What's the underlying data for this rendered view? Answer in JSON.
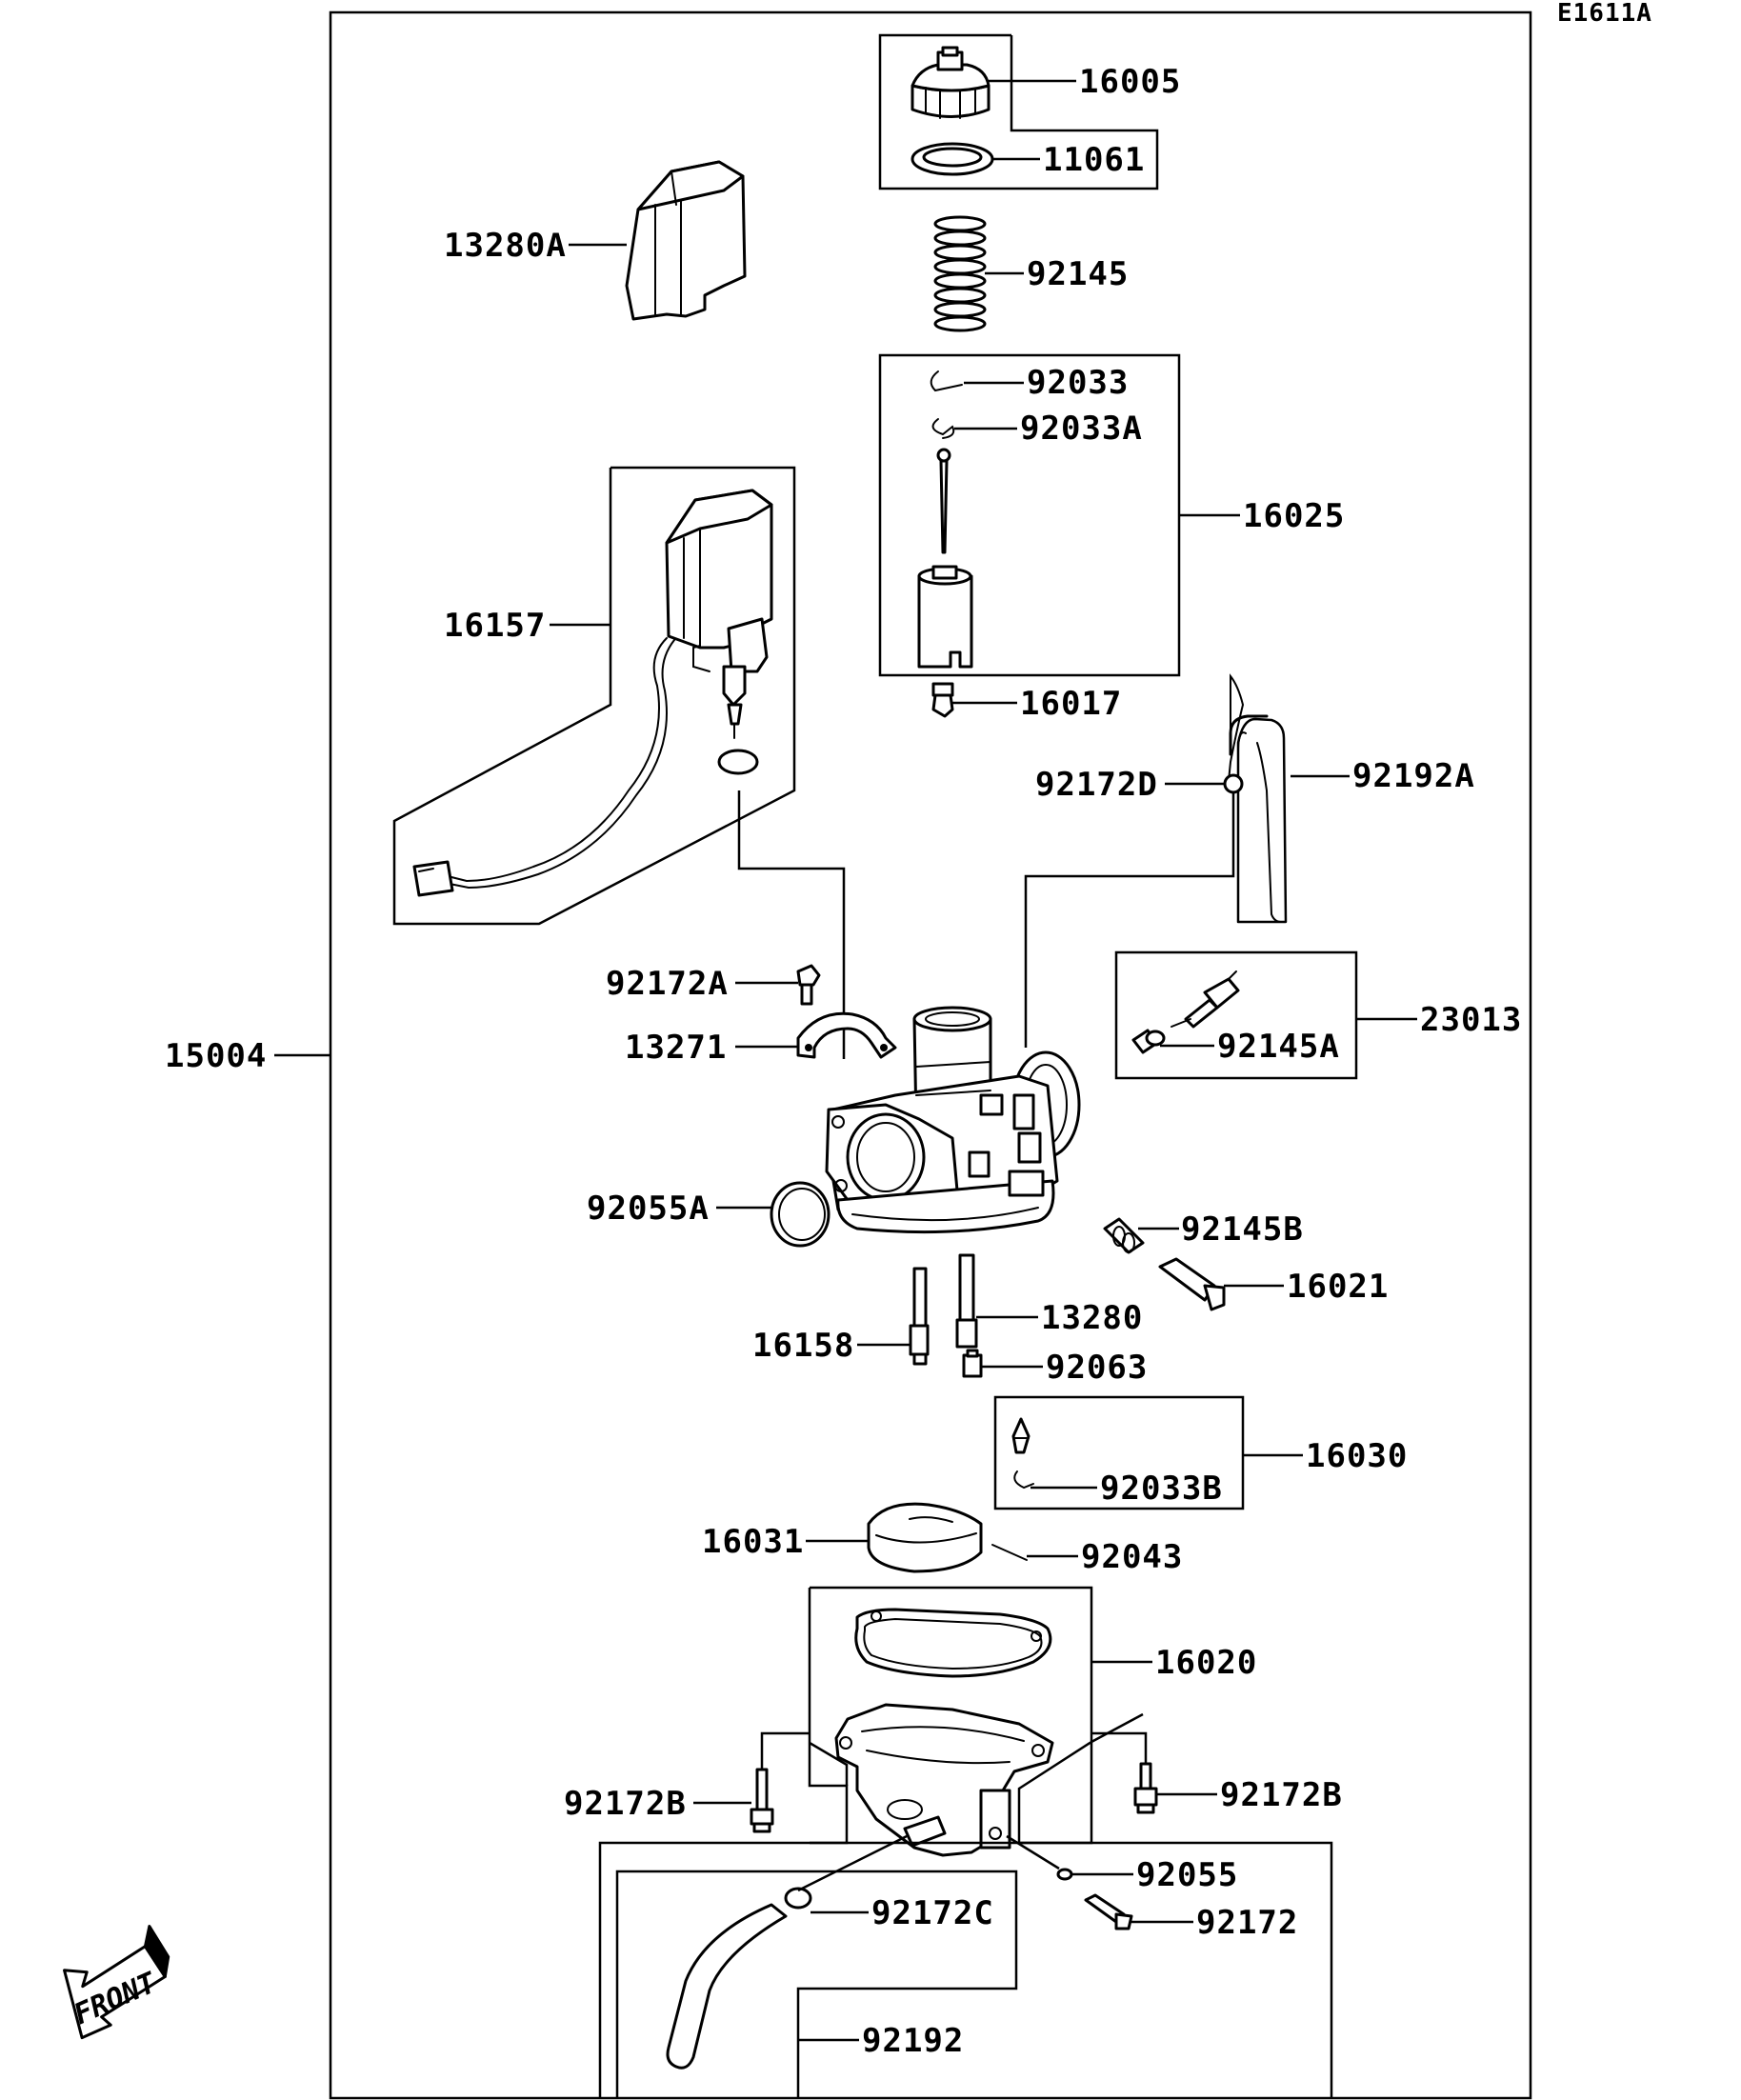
{
  "diagram_id": "E1611A",
  "front_label": "FRONT",
  "parts": {
    "p16005": "16005",
    "p11061": "11061",
    "p13280A": "13280A",
    "p92145": "92145",
    "p92033": "92033",
    "p92033A": "92033A",
    "p16025": "16025",
    "p16157": "16157",
    "p16017": "16017",
    "p92172D": "92172D",
    "p92192A": "92192A",
    "p92172A": "92172A",
    "p23013": "23013",
    "p15004": "15004",
    "p13271": "13271",
    "p92145A": "92145A",
    "p92055A": "92055A",
    "p92145B": "92145B",
    "p16021": "16021",
    "p13280": "13280",
    "p16158": "16158",
    "p92063": "92063",
    "p16030": "16030",
    "p92033B": "92033B",
    "p16031": "16031",
    "p92043": "92043",
    "p16020": "16020",
    "p92172B_left": "92172B",
    "p92172B_right": "92172B",
    "p92055": "92055",
    "p92172C": "92172C",
    "p92172": "92172",
    "p92192": "92192"
  }
}
